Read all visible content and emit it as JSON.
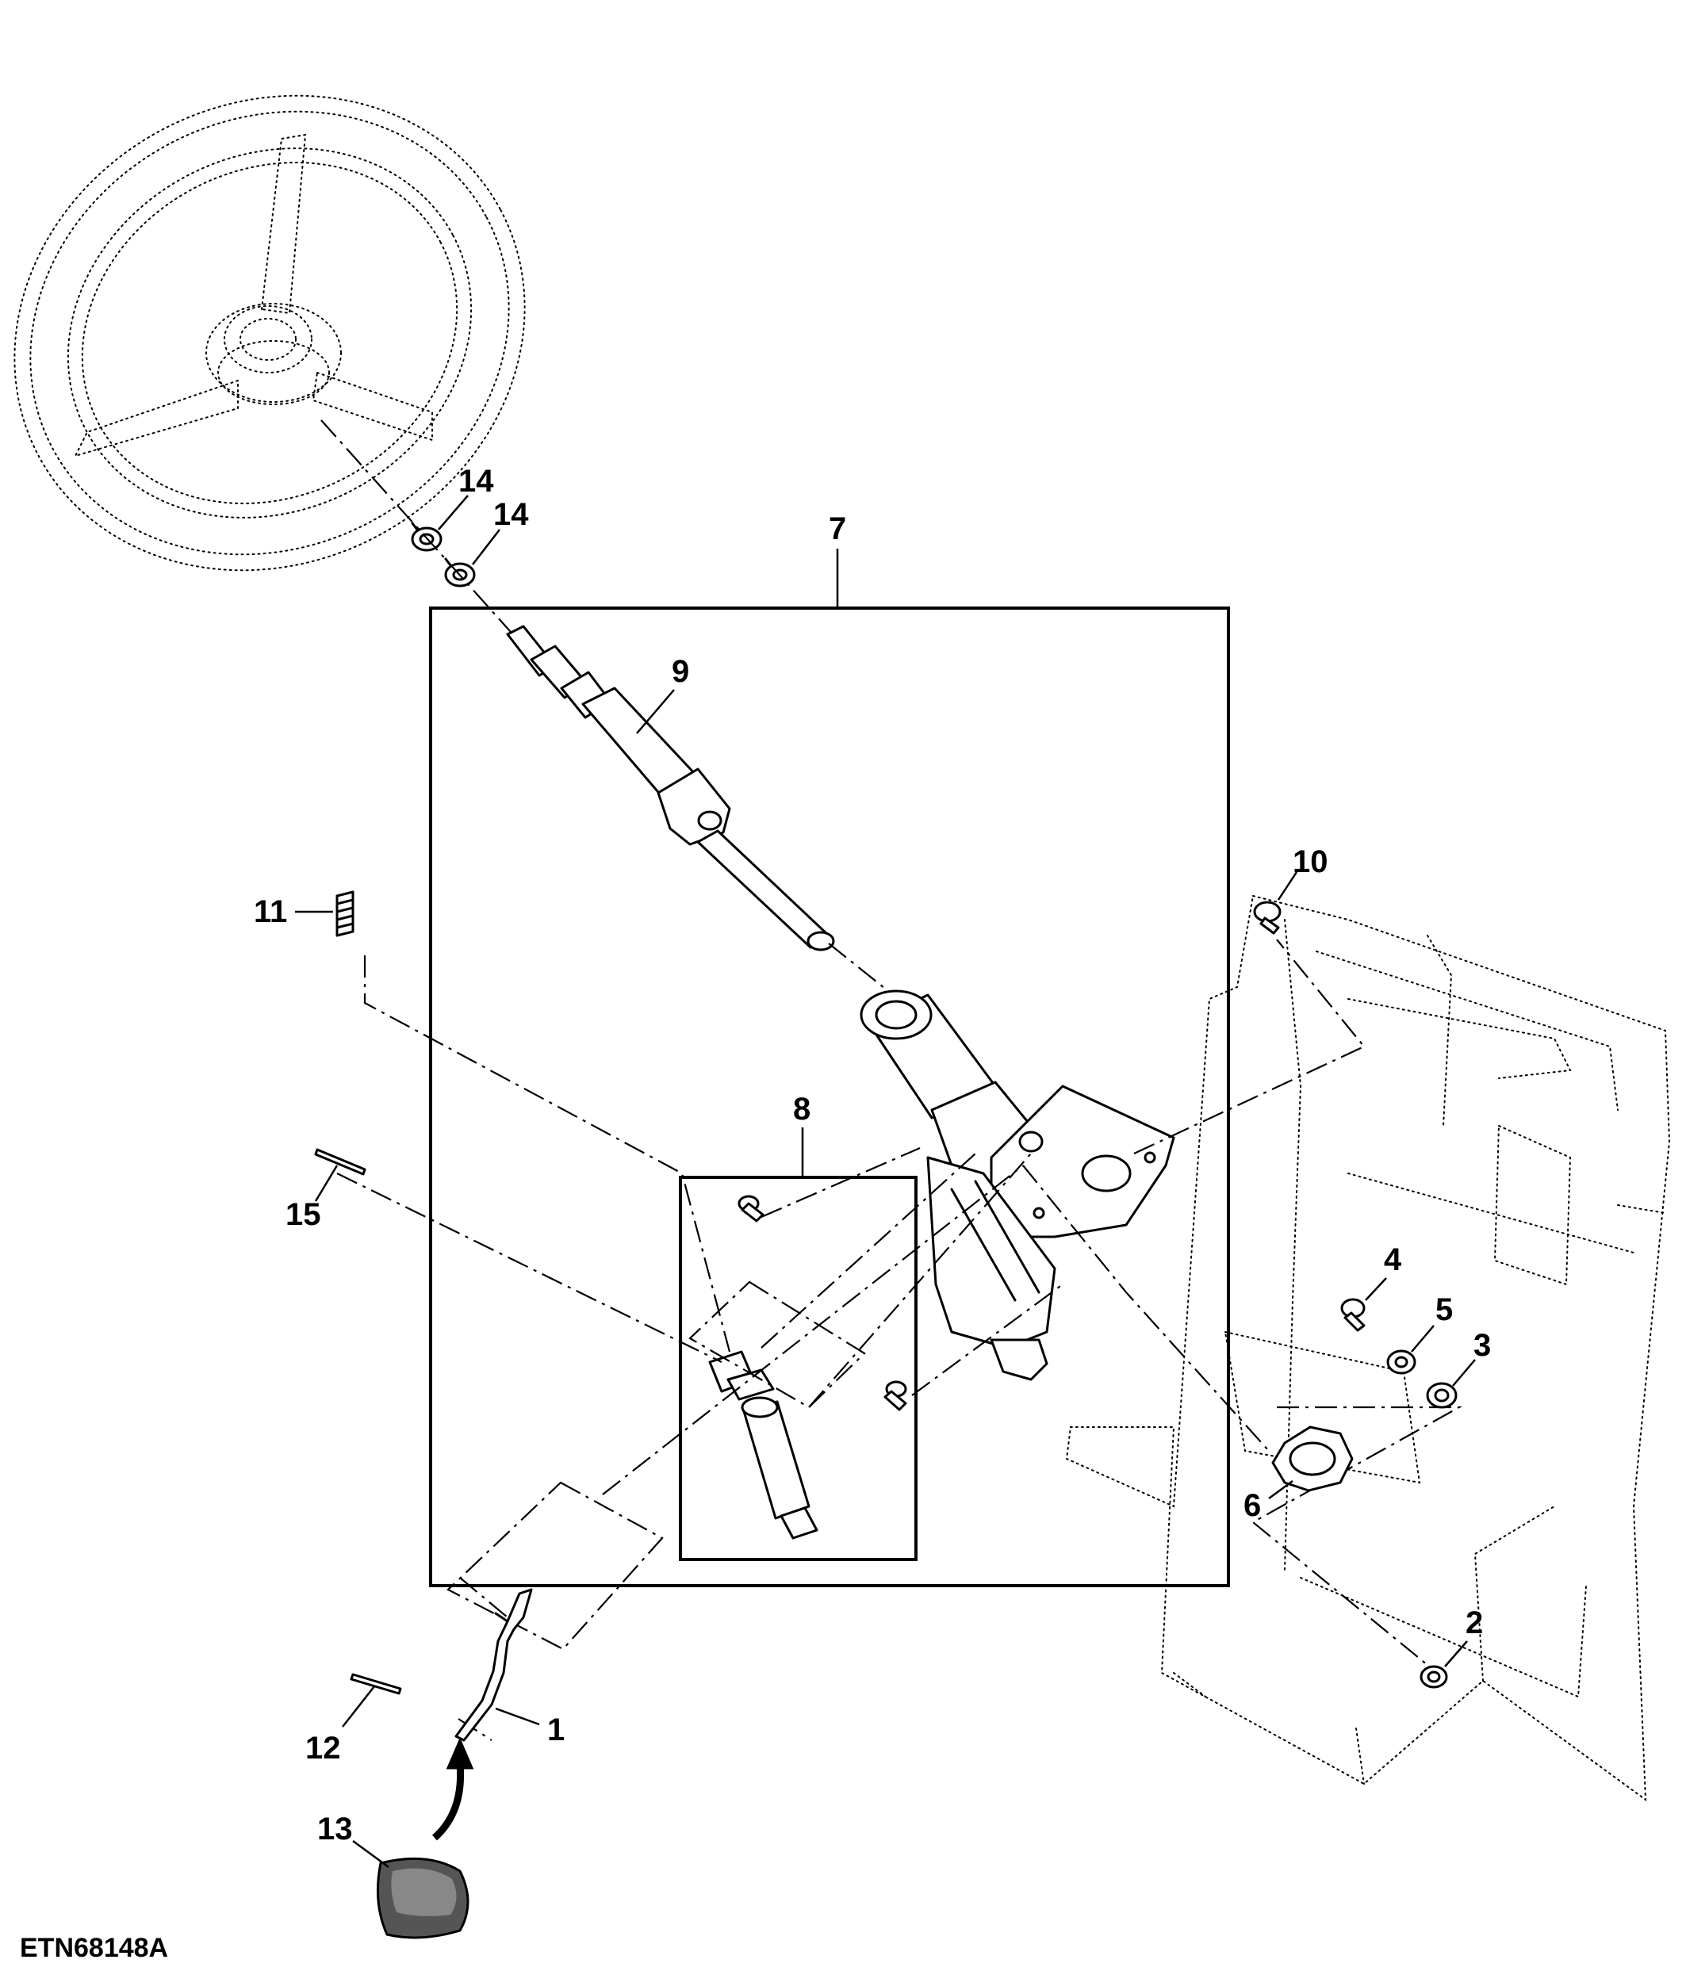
{
  "figure_id": "ETN68148A",
  "callouts": {
    "c1": "1",
    "c2": "2",
    "c3": "3",
    "c4": "4",
    "c5": "5",
    "c6": "6",
    "c7": "7",
    "c8": "8",
    "c9": "9",
    "c10": "10",
    "c11": "11",
    "c12": "12",
    "c13": "13",
    "c14a": "14",
    "c14b": "14",
    "c15": "15"
  },
  "icons": {
    "steering_wheel": "steering-wheel-icon",
    "steering_column": "steering-column-icon",
    "steering_shaft": "steering-shaft-icon",
    "tilt_cylinder": "gas-cylinder-icon",
    "tilt_lever": "tilt-lever-icon",
    "lever_knob": "knob-icon",
    "spring": "spring-icon",
    "roll_pin": "pin-icon",
    "snap_ring": "snap-ring-icon",
    "cap_screw": "cap-screw-icon",
    "washer": "washer-icon",
    "nut": "nut-icon",
    "gasket": "gasket-icon",
    "dash_frame": "dash-frame-icon",
    "install_arrow": "curved-arrow-icon"
  }
}
